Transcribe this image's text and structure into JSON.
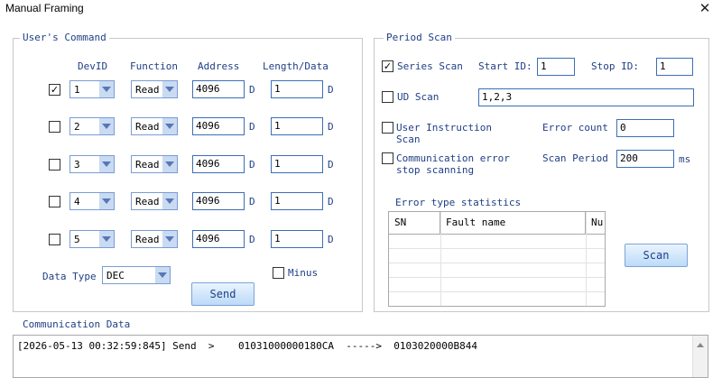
{
  "window": {
    "title": "Manual Framing",
    "close_glyph": "✕"
  },
  "user_command": {
    "label": "User's Command",
    "headers": {
      "devid": "DevID",
      "function": "Function",
      "address": "Address",
      "length": "Length/Data"
    },
    "unit": "D",
    "rows": [
      {
        "checked": true,
        "devid": "1",
        "function": "Read",
        "address": "4096",
        "length": "1"
      },
      {
        "checked": false,
        "devid": "2",
        "function": "Read",
        "address": "4096",
        "length": "1"
      },
      {
        "checked": false,
        "devid": "3",
        "function": "Read",
        "address": "4096",
        "length": "1"
      },
      {
        "checked": false,
        "devid": "4",
        "function": "Read",
        "address": "4096",
        "length": "1"
      },
      {
        "checked": false,
        "devid": "5",
        "function": "Read",
        "address": "4096",
        "length": "1"
      }
    ],
    "data_type_label": "Data Type",
    "data_type_value": "DEC",
    "minus_label": "Minus",
    "minus_checked": false,
    "send_label": "Send"
  },
  "period_scan": {
    "label": "Period Scan",
    "series_scan": {
      "label": "Series Scan",
      "checked": true
    },
    "start_id": {
      "label": "Start ID:",
      "value": "1"
    },
    "stop_id": {
      "label": "Stop ID:",
      "value": "1"
    },
    "ud_scan": {
      "label": "UD Scan",
      "checked": false,
      "value": "1,2,3"
    },
    "user_instruction_scan": {
      "label_line1": "User Instruction",
      "label_line2": "Scan",
      "checked": false
    },
    "error_count": {
      "label": "Error count",
      "value": "0"
    },
    "comm_error_stop": {
      "label_line1": "Communication error",
      "label_line2": "stop scanning",
      "checked": false
    },
    "scan_period": {
      "label": "Scan Period",
      "value": "200",
      "unit": "ms"
    },
    "error_stats": {
      "label": "Error type statistics",
      "columns": [
        "SN",
        "Fault name",
        "Nu"
      ]
    },
    "scan_label": "Scan"
  },
  "communication_data": {
    "label": "Communication Data",
    "log_line": "[2026-05-13 00:32:59:845] Send  >    01031000000180CA  ----->  0103020000B844"
  },
  "colors": {
    "accent_text": "#1f3f86",
    "button_top": "#eaf4fe",
    "button_bottom": "#bcdaf8",
    "border": "#3b6fb5"
  }
}
